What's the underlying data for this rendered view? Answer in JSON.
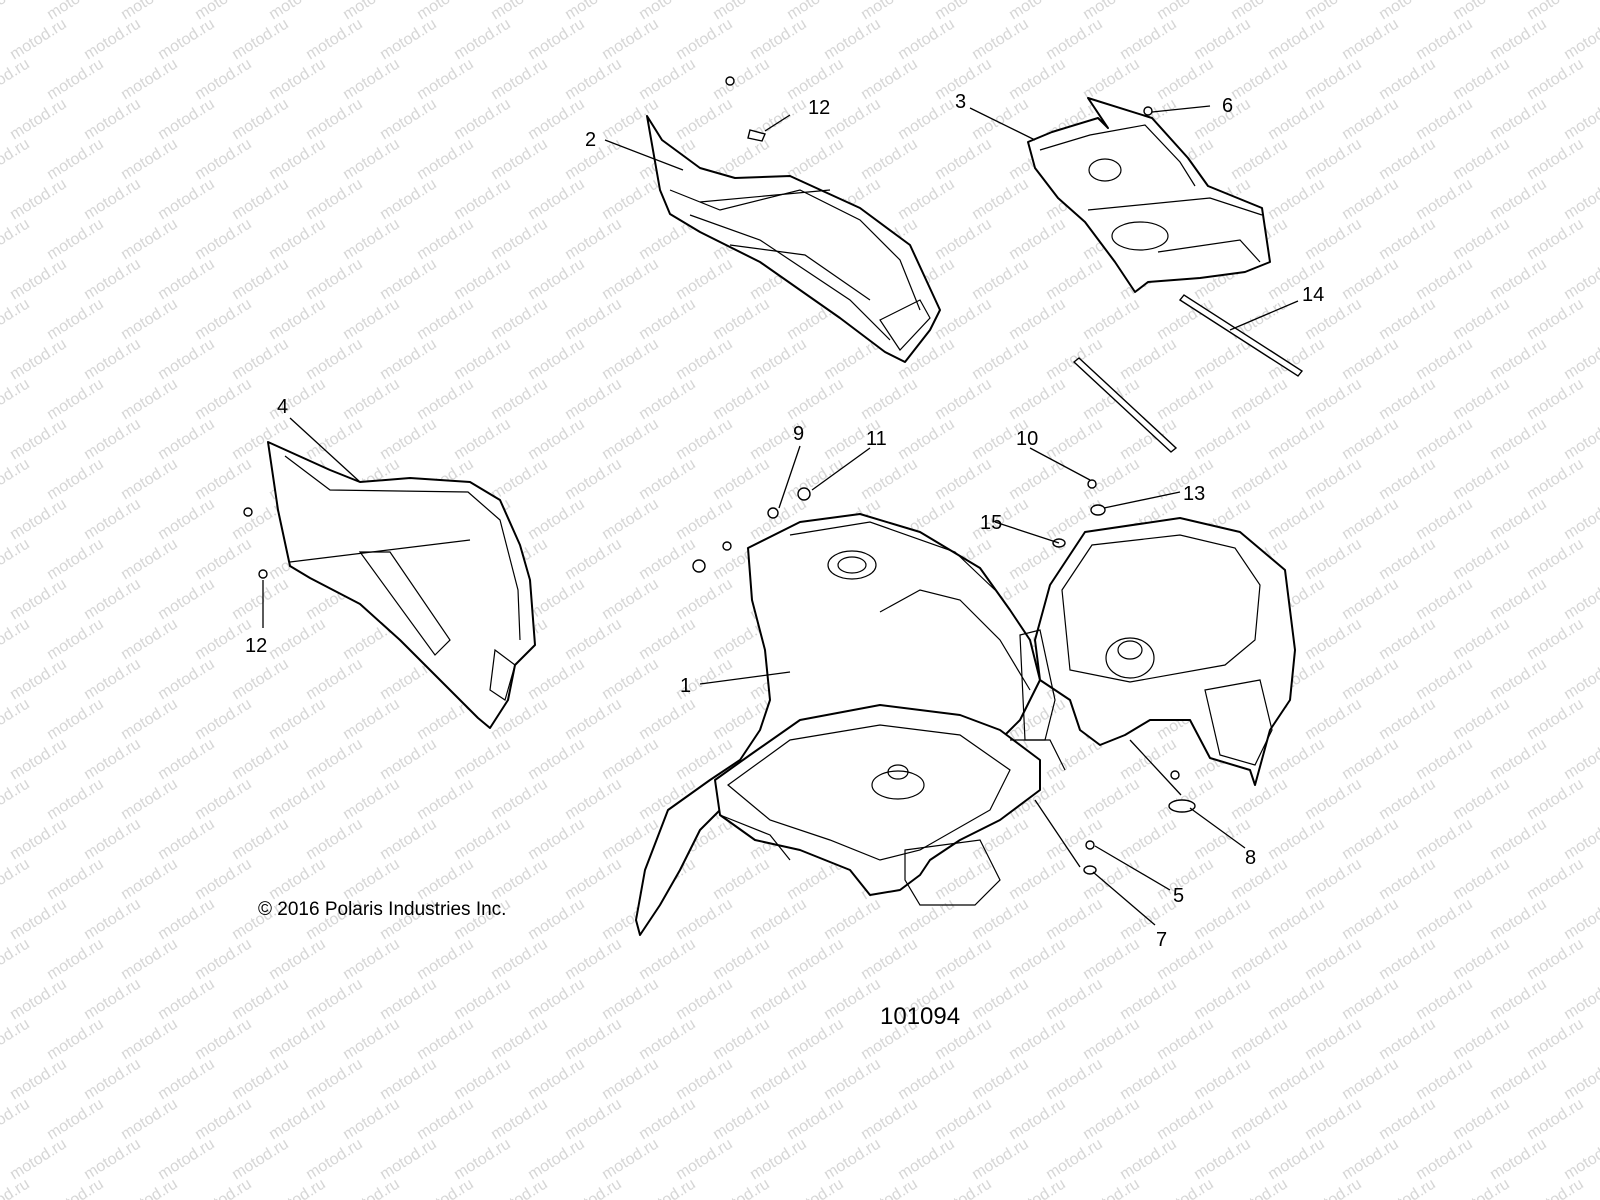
{
  "watermark": "motod.ru",
  "copyright": "© 2016 Polaris Industries Inc.",
  "drawing_number": "101094",
  "callouts": [
    {
      "id": "c1",
      "label": "1"
    },
    {
      "id": "c2",
      "label": "2"
    },
    {
      "id": "c3",
      "label": "3"
    },
    {
      "id": "c4",
      "label": "4"
    },
    {
      "id": "c5",
      "label": "5"
    },
    {
      "id": "c6",
      "label": "6"
    },
    {
      "id": "c7",
      "label": "7"
    },
    {
      "id": "c8",
      "label": "8"
    },
    {
      "id": "c9",
      "label": "9"
    },
    {
      "id": "c10",
      "label": "10"
    },
    {
      "id": "c11",
      "label": "11"
    },
    {
      "id": "c12a",
      "label": "12"
    },
    {
      "id": "c12b",
      "label": "12"
    },
    {
      "id": "c13",
      "label": "13"
    },
    {
      "id": "c14",
      "label": "14"
    },
    {
      "id": "c15",
      "label": "15"
    }
  ],
  "colors": {
    "line": "#000000",
    "watermark": "#d6d6d6",
    "background": "#ffffff"
  }
}
